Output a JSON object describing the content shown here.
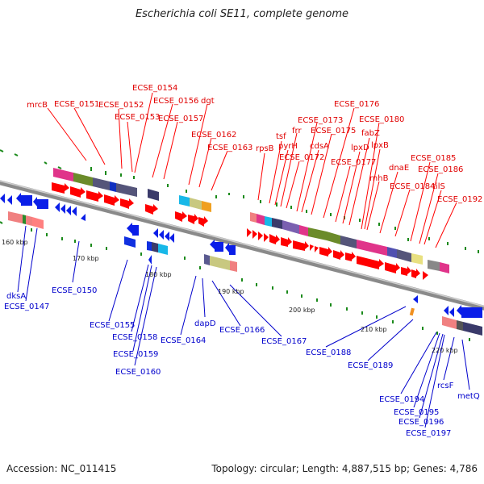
{
  "title": "Escherichia coli SE11, complete genome",
  "footer": {
    "accession": "Accession: NC_011415",
    "topology": "Topology: circular; Length: 4,887,515 bp; Genes: 4,786"
  },
  "colors": {
    "top_label": "#e00000",
    "bottom_label": "#0000cc",
    "gc_tick": "#1a8a1a",
    "backbone": "#8a8a8a"
  },
  "scale_labels": [
    "160 kbp",
    "170 kbp",
    "180 kbp",
    "190 kbp",
    "200 kbp",
    "210 kbp",
    "220 kbp"
  ],
  "top_labels": [
    "mrcB",
    "ECSE_0151",
    "ECSE_0152",
    "ECSE_0153",
    "ECSE_0154",
    "ECSE_0156",
    "ECSE_0157",
    "dgt",
    "ECSE_0162",
    "ECSE_0163",
    "rpsB",
    "tsf",
    "pyrH",
    "frr",
    "ECSE_0172",
    "ECSE_0173",
    "cdsA",
    "ECSE_0175",
    "ECSE_0176",
    "ECSE_0177",
    "lpxD",
    "fabZ",
    "ECSE_0180",
    "lpxB",
    "rnhB",
    "dnaE",
    "ECSE_0184",
    "ECSE_0185",
    "ECSE_0186",
    "tilS",
    "ECSE_0192"
  ],
  "bottom_labels": [
    "dksA",
    "ECSE_0147",
    "ECSE_0150",
    "ECSE_0155",
    "ECSE_0158",
    "ECSE_0159",
    "ECSE_0160",
    "ECSE_0164",
    "dapD",
    "ECSE_0166",
    "ECSE_0167",
    "ECSE_0188",
    "ECSE_0189",
    "ECSE_0194",
    "ECSE_0195",
    "ECSE_0196",
    "ECSE_0197",
    "rcsF",
    "metQ"
  ]
}
